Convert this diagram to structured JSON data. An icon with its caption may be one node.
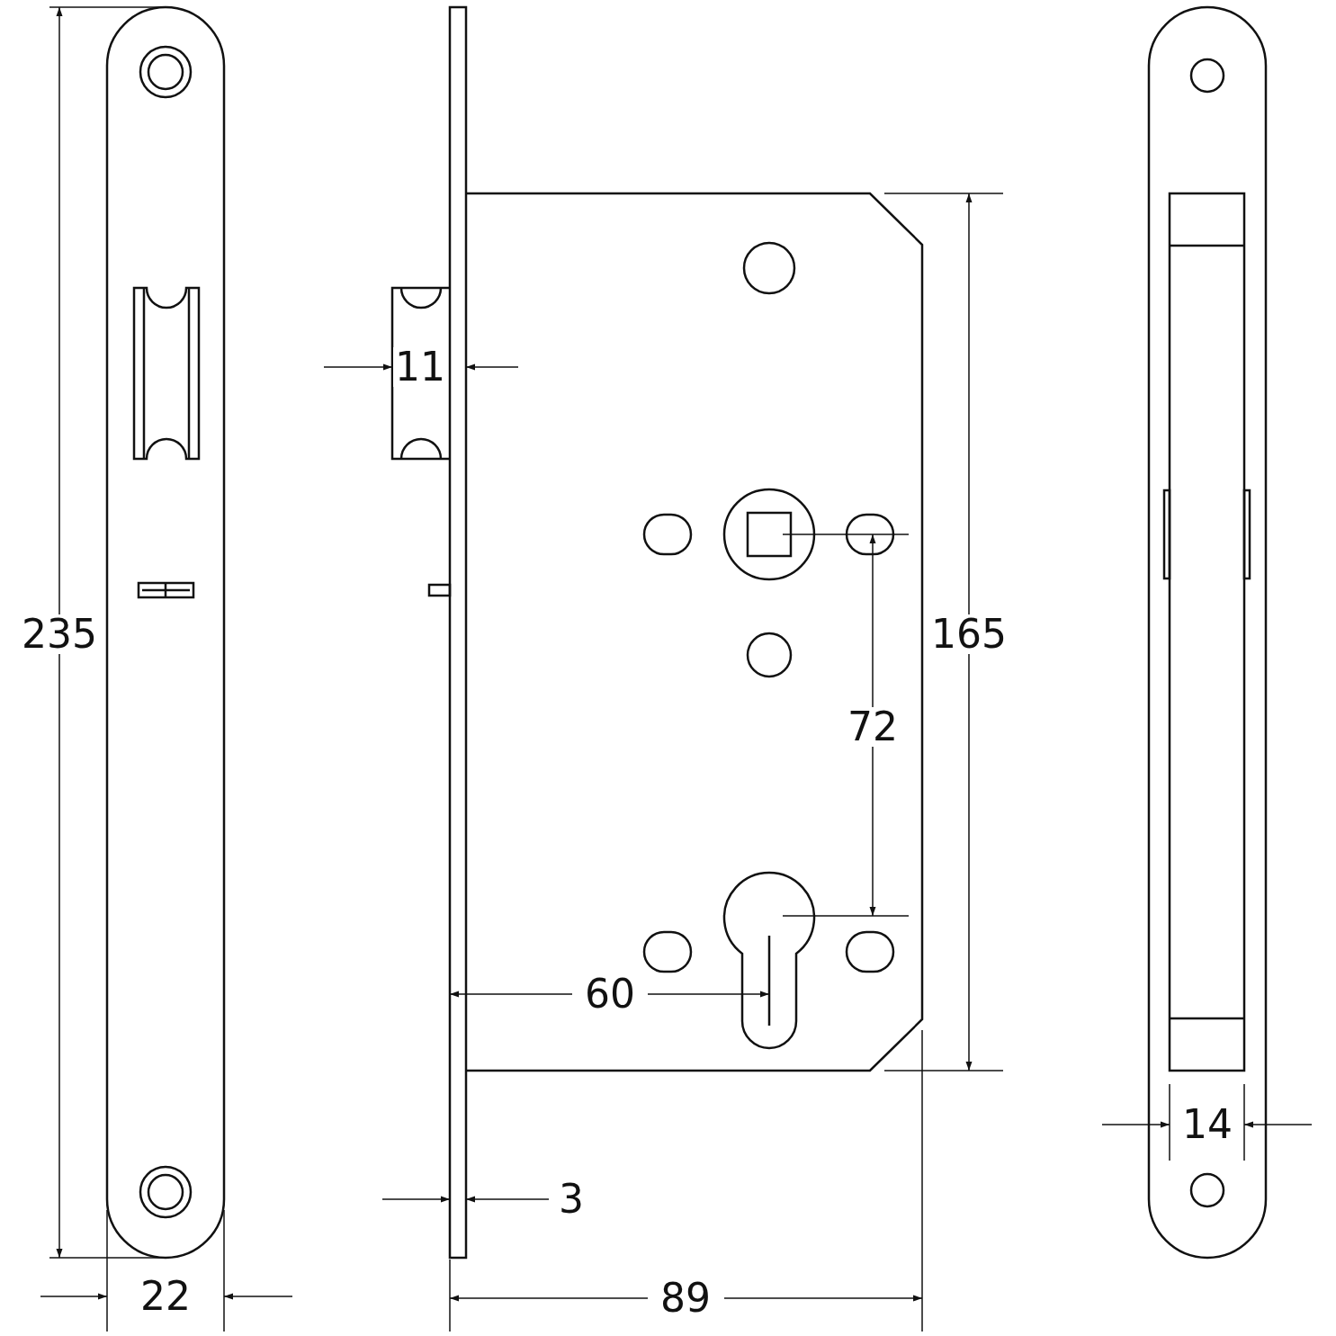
{
  "diagram": {
    "labels": [
      "235",
      "11",
      "165",
      "72",
      "60",
      "14",
      "3",
      "22",
      "89"
    ]
  }
}
